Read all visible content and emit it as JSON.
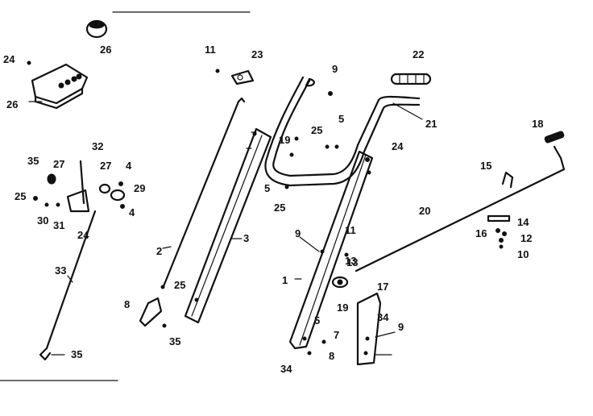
{
  "diagram": {
    "callouts": [
      "26",
      "24",
      "26",
      "11",
      "23",
      "9",
      "22",
      "21",
      "25",
      "5",
      "19",
      "24",
      "18",
      "15",
      "32",
      "35",
      "27",
      "27",
      "4",
      "29",
      "25",
      "30",
      "31",
      "4",
      "24",
      "5",
      "25",
      "20",
      "14",
      "16",
      "13",
      "12",
      "10",
      "9",
      "11",
      "2",
      "3",
      "1",
      "13",
      "33",
      "25",
      "8",
      "19",
      "17",
      "5",
      "7",
      "34",
      "9",
      "35",
      "35",
      "34",
      "8"
    ]
  }
}
